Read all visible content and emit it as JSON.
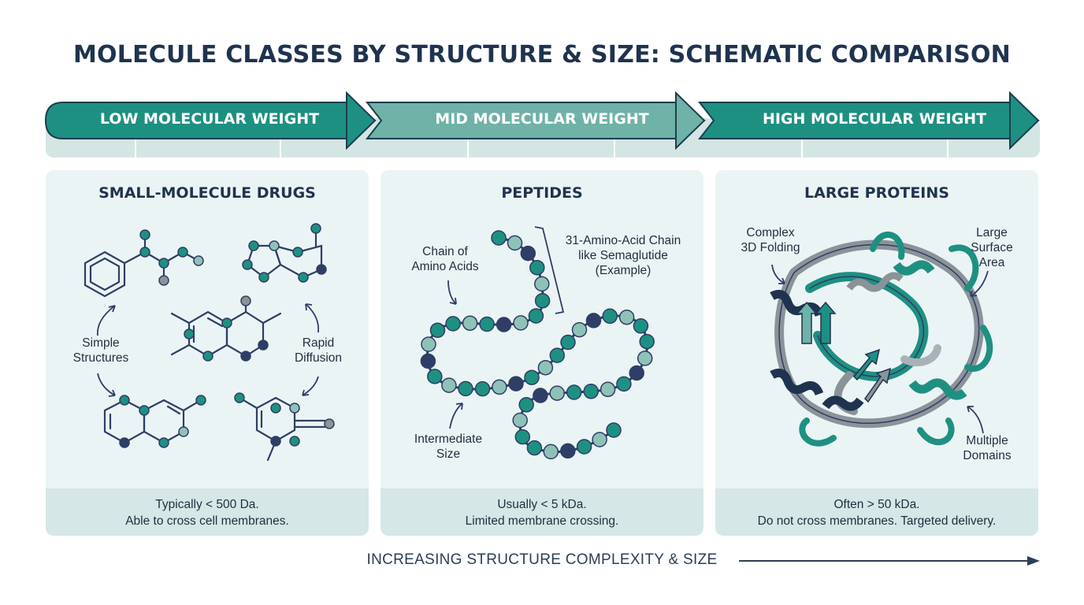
{
  "title": "MOLECULE CLASSES BY STRUCTURE & SIZE: SCHEMATIC COMPARISON",
  "banner": {
    "low": "LOW MOLECULAR WEIGHT",
    "mid": "MID MOLECULAR WEIGHT",
    "high": "HIGH MOLECULAR WEIGHT"
  },
  "panels": {
    "small": {
      "title": "SMALL-MOLECULE DRUGS",
      "label_left": "Simple\nStructures",
      "label_right": "Rapid\nDiffusion",
      "footer_1": "Typically < 500 Da.",
      "footer_2": "Able to cross cell membranes."
    },
    "peptides": {
      "title": "PEPTIDES",
      "label_chain": "Chain of\nAmino Acids",
      "label_example": "31-Amino-Acid Chain\nlike Semaglutide\n(Example)",
      "label_size": "Intermediate\nSize",
      "footer_1": "Usually < 5 kDa.",
      "footer_2": "Limited membrane crossing."
    },
    "proteins": {
      "title": "LARGE PROTEINS",
      "label_folding": "Complex\n3D Folding",
      "label_surface": "Large\nSurface\nArea",
      "label_domains": "Multiple\nDomains",
      "footer_1": "Often > 50 kDa.",
      "footer_2": "Do not cross membranes. Targeted delivery."
    }
  },
  "axis_label": "INCREASING STRUCTURE COMPLEXITY & SIZE",
  "colors": {
    "navy": "#1f3350",
    "teal": "#1e9082",
    "light_teal": "#8fc2b7",
    "dark_blue": "#2e3e66",
    "gray": "#8b9399",
    "panel_bg": "#ebf4f4"
  }
}
